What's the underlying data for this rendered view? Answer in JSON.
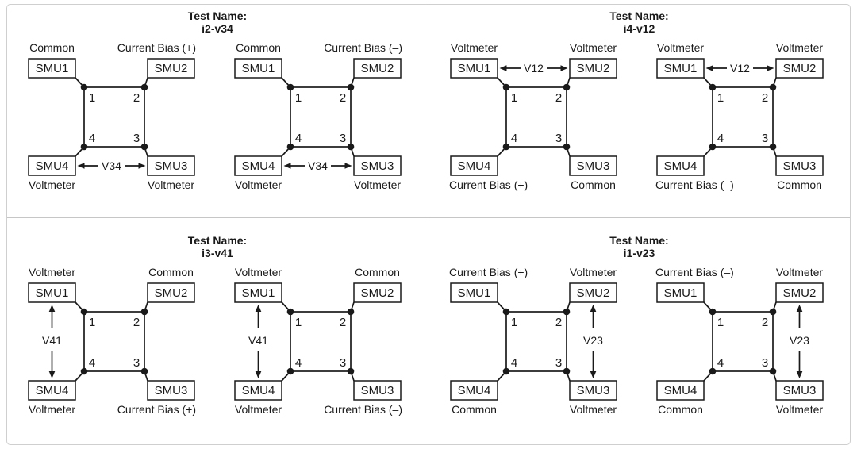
{
  "figure": {
    "colors": {
      "ink": "#1a1a1a",
      "frame_border": "#cfcfcf",
      "divider": "#c6c6c6",
      "background": "#ffffff"
    },
    "pad_numbers": {
      "tl": "1",
      "tr": "2",
      "br": "3",
      "bl": "4"
    },
    "quadrants": [
      {
        "title_label": "Test Name:",
        "test_name": "i2-v34",
        "voltage_position": "bottom",
        "diagrams": [
          {
            "voltage_label": "V34",
            "corners": {
              "tl": {
                "smu": "SMU1",
                "role": "Common"
              },
              "tr": {
                "smu": "SMU2",
                "role": "Current Bias (+)"
              },
              "br": {
                "smu": "SMU3",
                "role": "Voltmeter"
              },
              "bl": {
                "smu": "SMU4",
                "role": "Voltmeter"
              }
            }
          },
          {
            "voltage_label": "V34",
            "corners": {
              "tl": {
                "smu": "SMU1",
                "role": "Common"
              },
              "tr": {
                "smu": "SMU2",
                "role": "Current Bias (–)"
              },
              "br": {
                "smu": "SMU3",
                "role": "Voltmeter"
              },
              "bl": {
                "smu": "SMU4",
                "role": "Voltmeter"
              }
            }
          }
        ]
      },
      {
        "title_label": "Test Name:",
        "test_name": "i4-v12",
        "voltage_position": "top",
        "diagrams": [
          {
            "voltage_label": "V12",
            "corners": {
              "tl": {
                "smu": "SMU1",
                "role": "Voltmeter"
              },
              "tr": {
                "smu": "SMU2",
                "role": "Voltmeter"
              },
              "br": {
                "smu": "SMU3",
                "role": "Common"
              },
              "bl": {
                "smu": "SMU4",
                "role": "Current Bias (+)"
              }
            }
          },
          {
            "voltage_label": "V12",
            "corners": {
              "tl": {
                "smu": "SMU1",
                "role": "Voltmeter"
              },
              "tr": {
                "smu": "SMU2",
                "role": "Voltmeter"
              },
              "br": {
                "smu": "SMU3",
                "role": "Common"
              },
              "bl": {
                "smu": "SMU4",
                "role": "Current Bias (–)"
              }
            }
          }
        ]
      },
      {
        "title_label": "Test Name:",
        "test_name": "i3-v41",
        "voltage_position": "left",
        "diagrams": [
          {
            "voltage_label": "V41",
            "corners": {
              "tl": {
                "smu": "SMU1",
                "role": "Voltmeter"
              },
              "tr": {
                "smu": "SMU2",
                "role": "Common"
              },
              "br": {
                "smu": "SMU3",
                "role": "Current Bias (+)"
              },
              "bl": {
                "smu": "SMU4",
                "role": "Voltmeter"
              }
            }
          },
          {
            "voltage_label": "V41",
            "corners": {
              "tl": {
                "smu": "SMU1",
                "role": "Voltmeter"
              },
              "tr": {
                "smu": "SMU2",
                "role": "Common"
              },
              "br": {
                "smu": "SMU3",
                "role": "Current Bias (–)"
              },
              "bl": {
                "smu": "SMU4",
                "role": "Voltmeter"
              }
            }
          }
        ]
      },
      {
        "title_label": "Test Name:",
        "test_name": "i1-v23",
        "voltage_position": "right",
        "diagrams": [
          {
            "voltage_label": "V23",
            "corners": {
              "tl": {
                "smu": "SMU1",
                "role": "Current Bias (+)"
              },
              "tr": {
                "smu": "SMU2",
                "role": "Voltmeter"
              },
              "br": {
                "smu": "SMU3",
                "role": "Voltmeter"
              },
              "bl": {
                "smu": "SMU4",
                "role": "Common"
              }
            }
          },
          {
            "voltage_label": "V23",
            "corners": {
              "tl": {
                "smu": "SMU1",
                "role": "Current Bias (–)"
              },
              "tr": {
                "smu": "SMU2",
                "role": "Voltmeter"
              },
              "br": {
                "smu": "SMU3",
                "role": "Voltmeter"
              },
              "bl": {
                "smu": "SMU4",
                "role": "Common"
              }
            }
          }
        ]
      }
    ]
  }
}
